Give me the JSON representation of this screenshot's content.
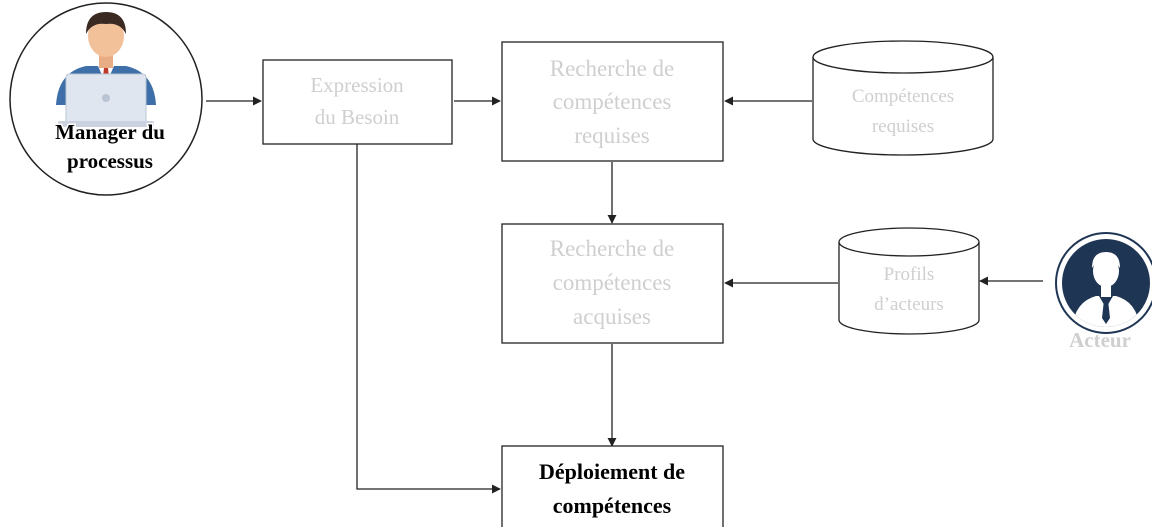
{
  "manager": {
    "label_line1": "Manager du",
    "label_line2": "processus"
  },
  "boxes": {
    "expression": {
      "line1": "Expression",
      "line2": "du Besoin"
    },
    "recherche_requises": {
      "line1": "Recherche de",
      "line2": "compétences",
      "line3": "requises"
    },
    "recherche_acquises": {
      "line1": "Recherche de",
      "line2": "compétences",
      "line3": "acquises"
    },
    "deploiement": {
      "line1": "Déploiement de",
      "line2": "compétences"
    }
  },
  "databases": {
    "competences_requises": {
      "line1": "Compétences",
      "line2": "requises"
    },
    "profils_acteurs": {
      "line1": "Profils",
      "line2": "d’acteurs"
    }
  },
  "acteur": {
    "label": "Acteur"
  },
  "colors": {
    "stroke": "#222222",
    "faded_text": "#cfcfcf",
    "dark_text": "#000000",
    "icon_navy": "#1f3554",
    "skin": "#f2c19a",
    "shirt": "#3f6fa8",
    "laptop": "#dfe6f0"
  }
}
